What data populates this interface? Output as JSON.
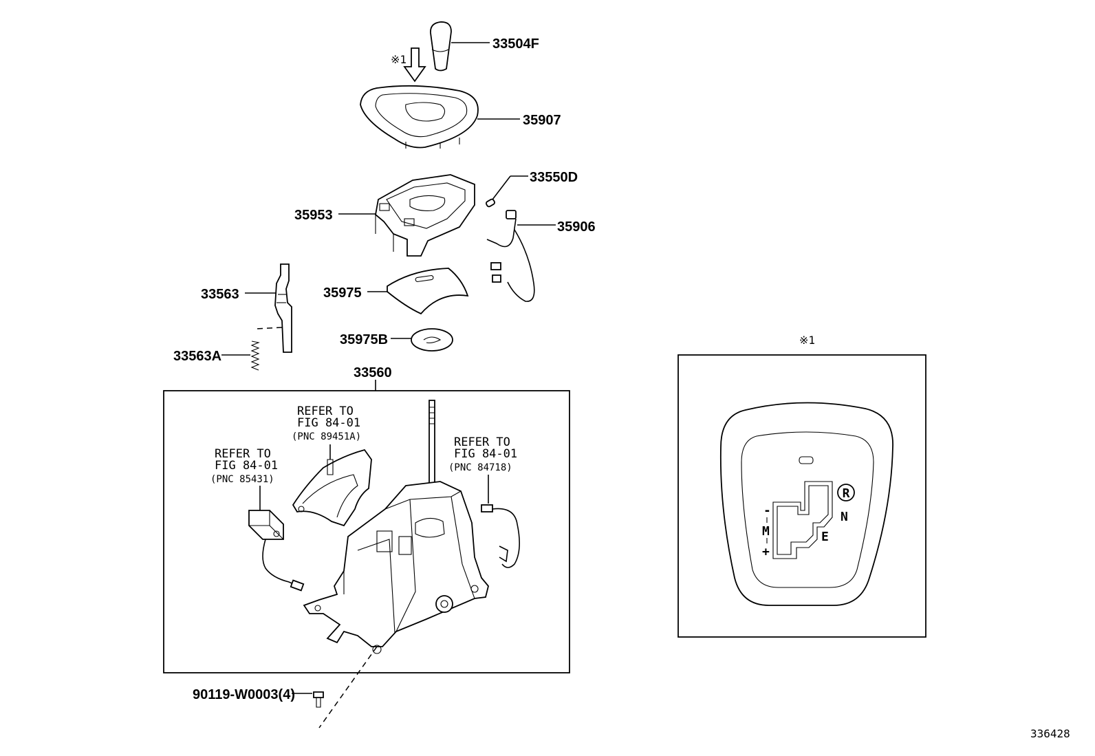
{
  "diagram": {
    "figure_code": "336428",
    "note_mark": "※1",
    "parts": {
      "knob": "33504F",
      "bezel": "35907",
      "housing": "35953",
      "bulb": "33550D",
      "wire": "35906",
      "cover": "35975",
      "cover_b": "35975B",
      "lock_lever": "33563",
      "spring": "33563A",
      "shift_assembly": "33560",
      "bolt": "90119-W0003(4)"
    },
    "refs": [
      {
        "line1": "REFER TO",
        "line2": "FIG 84-01",
        "pnc": "(PNC 89451A)"
      },
      {
        "line1": "REFER TO",
        "line2": "FIG 84-01",
        "pnc": "(PNC 85431)"
      },
      {
        "line1": "REFER TO",
        "line2": "FIG 84-01",
        "pnc": "(PNC 84718)"
      }
    ],
    "detail": {
      "note_mark": "※1",
      "gate_labels": {
        "r": "R",
        "n": "N",
        "e": "E",
        "m": "M",
        "minus": "-",
        "plus": "+"
      }
    }
  }
}
